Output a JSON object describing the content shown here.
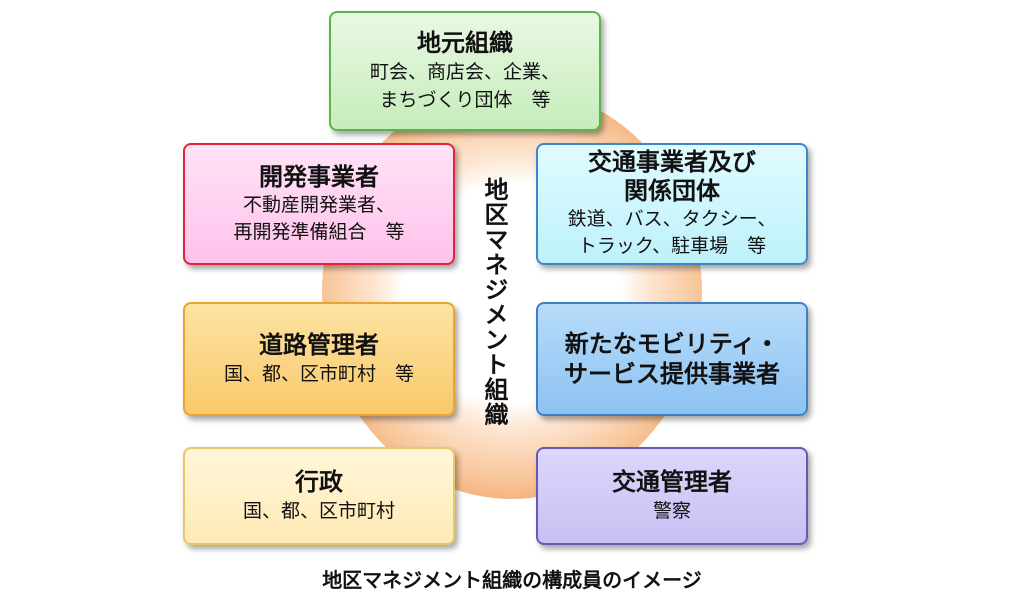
{
  "center_label": "地区マネジメント組織",
  "caption": "地区マネジメント組織の構成員のイメージ",
  "boxes": {
    "local": {
      "title": "地元組織",
      "desc": "町会、商店会、企業、\nまちづくり団体　等"
    },
    "developer": {
      "title": "開発事業者",
      "desc": "不動産開発業者、\n再開発準備組合　等"
    },
    "transport_operator": {
      "title": "交通事業者及び\n関係団体",
      "desc": "鉄道、バス、タクシー、\nトラック、駐車場　等"
    },
    "road": {
      "title": "道路管理者",
      "desc": "国、都、区市町村　等"
    },
    "mobility": {
      "title": "新たなモビリティ・\nサービス提供事業者"
    },
    "admin": {
      "title": "行政",
      "desc": "国、都、区市町村"
    },
    "traffic": {
      "title": "交通管理者",
      "desc": "警察"
    }
  }
}
